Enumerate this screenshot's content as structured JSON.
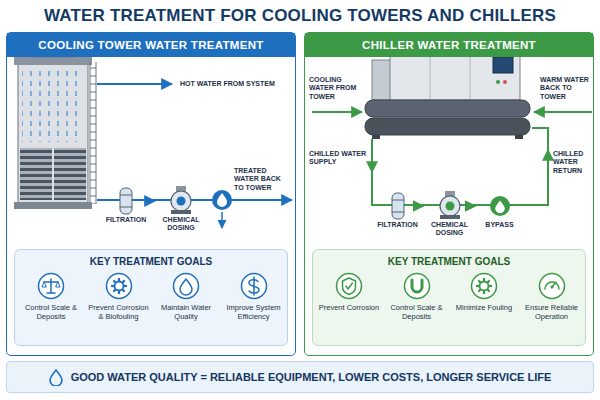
{
  "diagram": {
    "title": "WATER TREATMENT FOR COOLING TOWERS AND CHILLERS",
    "nodes": [
      {
        "text": [
          "COOLING TOWER WATER TREATMENT"
        ]
      },
      {
        "text": [
          "FILTRATION"
        ],
        "in": 0
      },
      {
        "text": [
          "CHEMICAL DOSING"
        ],
        "in": 0
      },
      {
        "text": [
          "KEY TREATMENT GOALS"
        ],
        "in": 0
      },
      {
        "text": [
          "Control Scale & Deposits"
        ],
        "in": 3
      },
      {
        "text": [
          "Prevent Corrosion & Biofouling"
        ],
        "in": 3
      },
      {
        "text": [
          "Maintain Water Quality"
        ],
        "in": 3
      },
      {
        "text": [
          "Improve System Efficiency"
        ],
        "in": 3
      },
      {
        "text": [
          "CHILLER WATER TREATMENT"
        ]
      },
      {
        "text": [
          "FILTRATION"
        ],
        "in": 8
      },
      {
        "text": [
          "CHEMICAL DOSING"
        ],
        "in": 8
      },
      {
        "text": [
          "BYPASS"
        ],
        "in": 8
      },
      {
        "text": [
          "KEY TREATMENT GOALS"
        ],
        "in": 8
      },
      {
        "text": [
          "Prevent Corrosion"
        ],
        "in": 12
      },
      {
        "text": [
          "Control Scale & Deposits"
        ],
        "in": 12
      },
      {
        "text": [
          "Minimize Fouling"
        ],
        "in": 12
      },
      {
        "text": [
          "Ensure Reliable Operation"
        ],
        "in": 12
      },
      {
        "text": [
          "GOOD WATER QUALITY = RELIABLE EQUIPMENT, LOWER COSTS, LONGER SERVICE LIFE"
        ]
      }
    ],
    "edges": [
      {
        "from": 1,
        "to": 2,
        "arrow": "to"
      },
      {
        "from": 9,
        "to": 10,
        "arrow": "to"
      },
      {
        "from": 10,
        "to": 11,
        "arrow": "to"
      }
    ],
    "labels": [
      "HOT WATER FROM SYSTEM",
      "TREATED WATER BACK TO TOWER",
      "COOLING WATER FROM TOWER",
      "WARM WATER BACK TO TOWER",
      "CHILLED WATER SUPPLY",
      "CHILLED WATER RETURN"
    ]
  }
}
